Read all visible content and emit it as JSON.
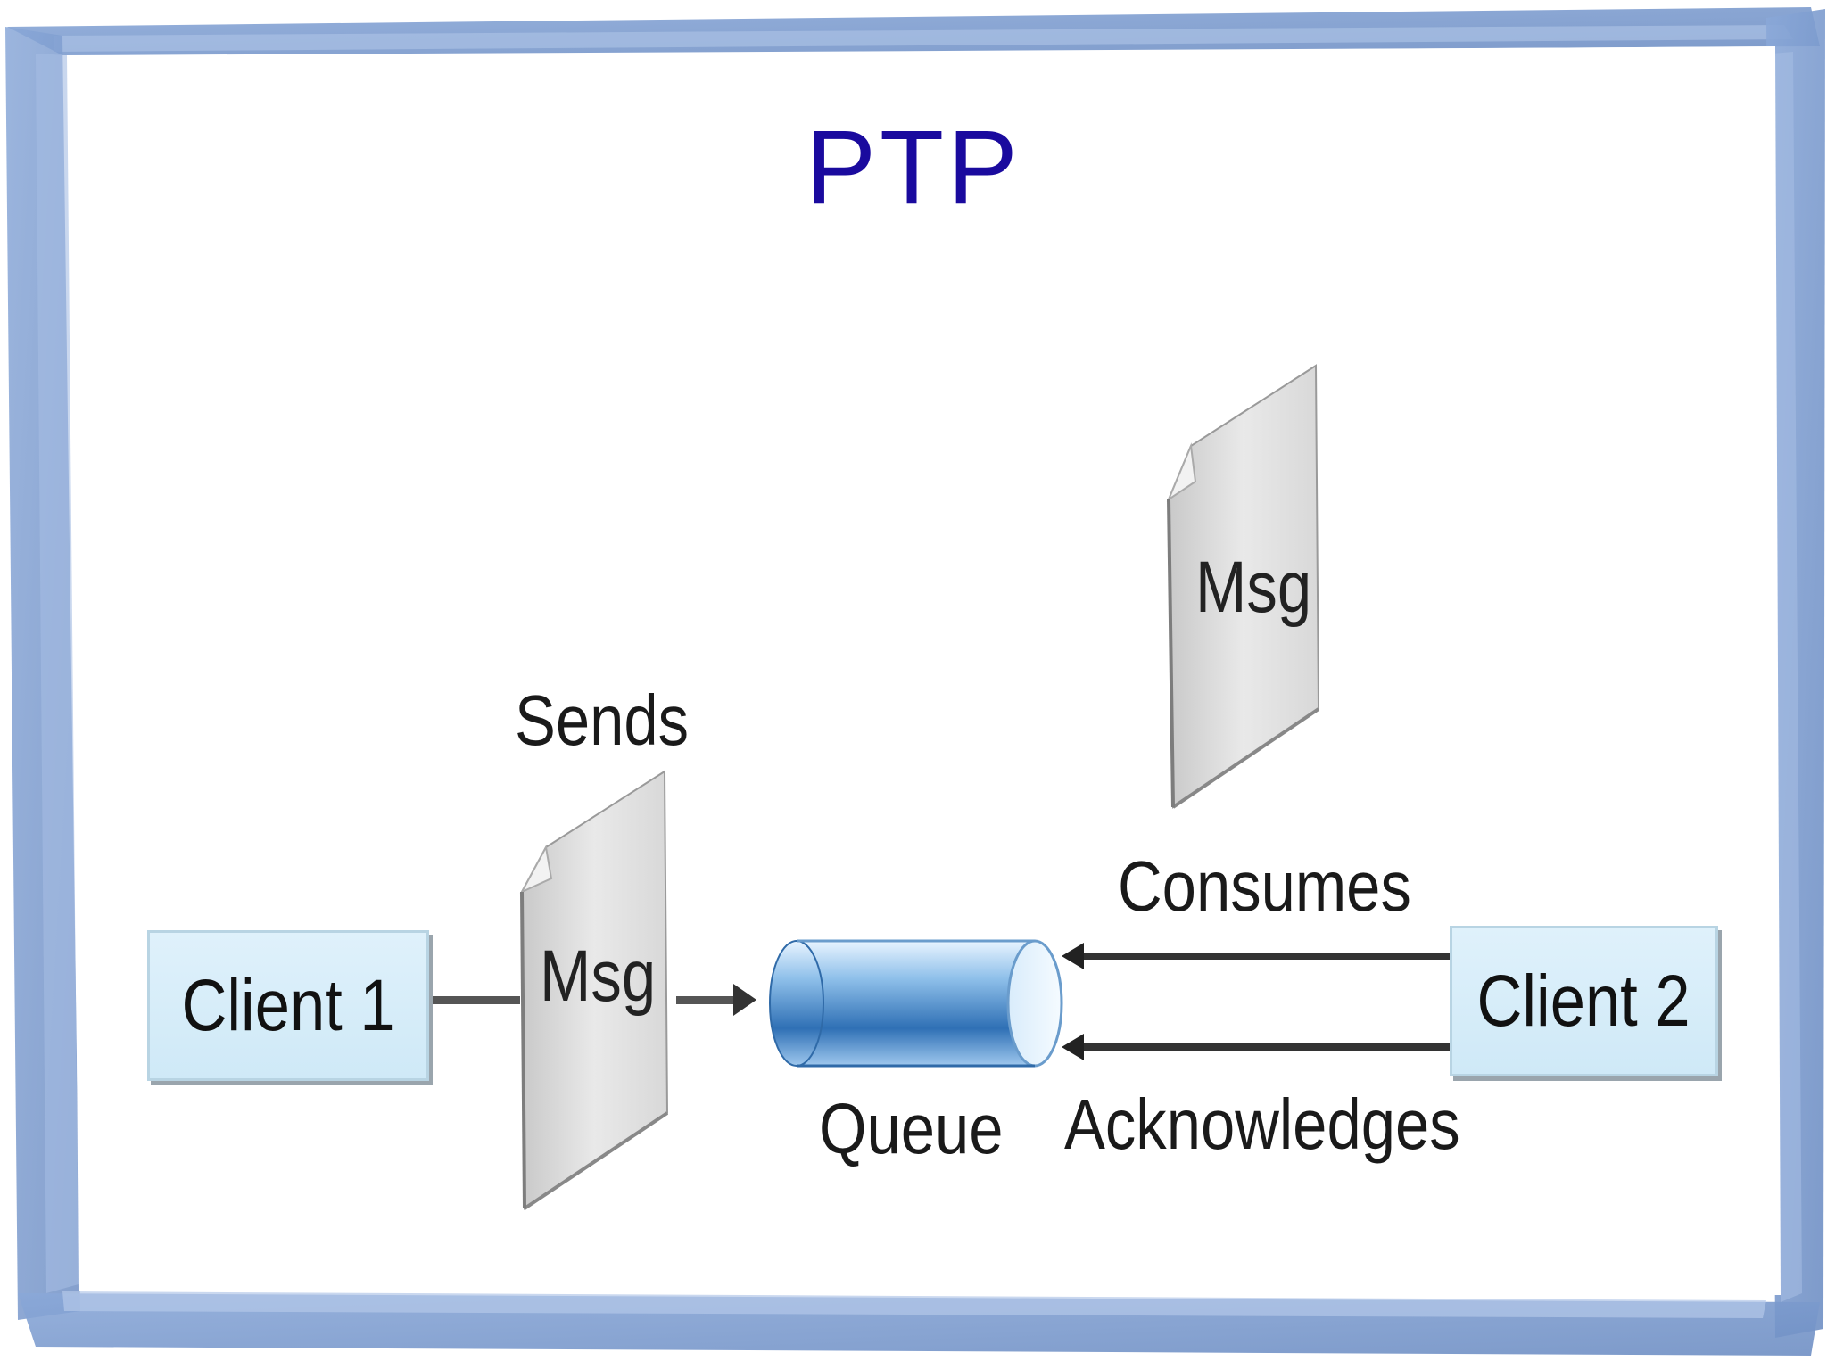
{
  "slide": {
    "title": "PTP"
  },
  "diagram": {
    "client1": "Client 1",
    "client2": "Client 2",
    "msg_sent": "Msg",
    "msg_consumed": "Msg",
    "sends": "Sends",
    "queue": "Queue",
    "consumes": "Consumes",
    "acknowledges": "Acknowledges"
  },
  "colors": {
    "title": "#1a0a9e",
    "frame": "#7f9fd0",
    "client_box": "#d8eef9",
    "queue": "#3d7fbf"
  }
}
